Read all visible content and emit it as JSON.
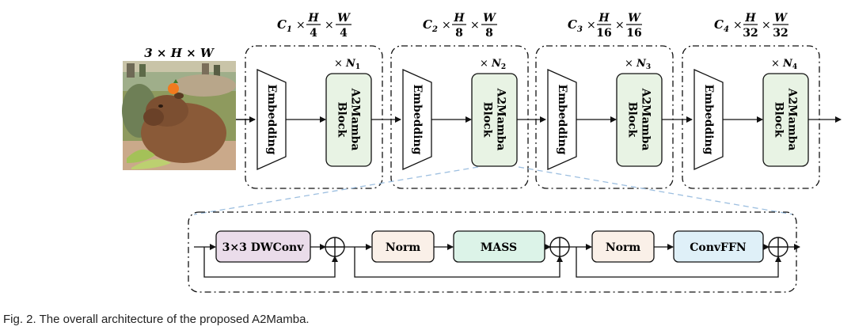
{
  "input": {
    "label": "3 × H × W",
    "image_name": "capybara-photo"
  },
  "stages": [
    {
      "dim_prefix": "C",
      "dim_sub": "1",
      "h_div": "4",
      "w_div": "4",
      "repeat_sub": "1",
      "embed_label": "Embedding",
      "block_line1": "A2Mamba",
      "block_line2": "Block"
    },
    {
      "dim_prefix": "C",
      "dim_sub": "2",
      "h_div": "8",
      "w_div": "8",
      "repeat_sub": "2",
      "embed_label": "Embedding",
      "block_line1": "A2Mamba",
      "block_line2": "Block"
    },
    {
      "dim_prefix": "C",
      "dim_sub": "3",
      "h_div": "16",
      "w_div": "16",
      "repeat_sub": "3",
      "embed_label": "Embedding",
      "block_line1": "A2Mamba",
      "block_line2": "Block"
    },
    {
      "dim_prefix": "C",
      "dim_sub": "4",
      "h_div": "32",
      "w_div": "32",
      "repeat_sub": "4",
      "embed_label": "Embedding",
      "block_line1": "A2Mamba",
      "block_line2": "Block"
    }
  ],
  "symbols": {
    "times": "×",
    "H": "H",
    "W": "W",
    "N": "N"
  },
  "detail": {
    "dwconv": "3×3 DWConv",
    "norm1": "Norm",
    "mass": "MASS",
    "norm2": "Norm",
    "convffn": "ConvFFN"
  },
  "colors": {
    "block_fill": "#e8f3e4",
    "dwconv_fill": "#eadcea",
    "norm_fill": "#faf0e8",
    "mass_fill": "#dcf3e8",
    "convffn_fill": "#dff0f8",
    "zoom_line": "#9dbfe0",
    "stroke": "#111111"
  },
  "caption": "Fig. 2. The overall architecture of the proposed A2Mamba."
}
